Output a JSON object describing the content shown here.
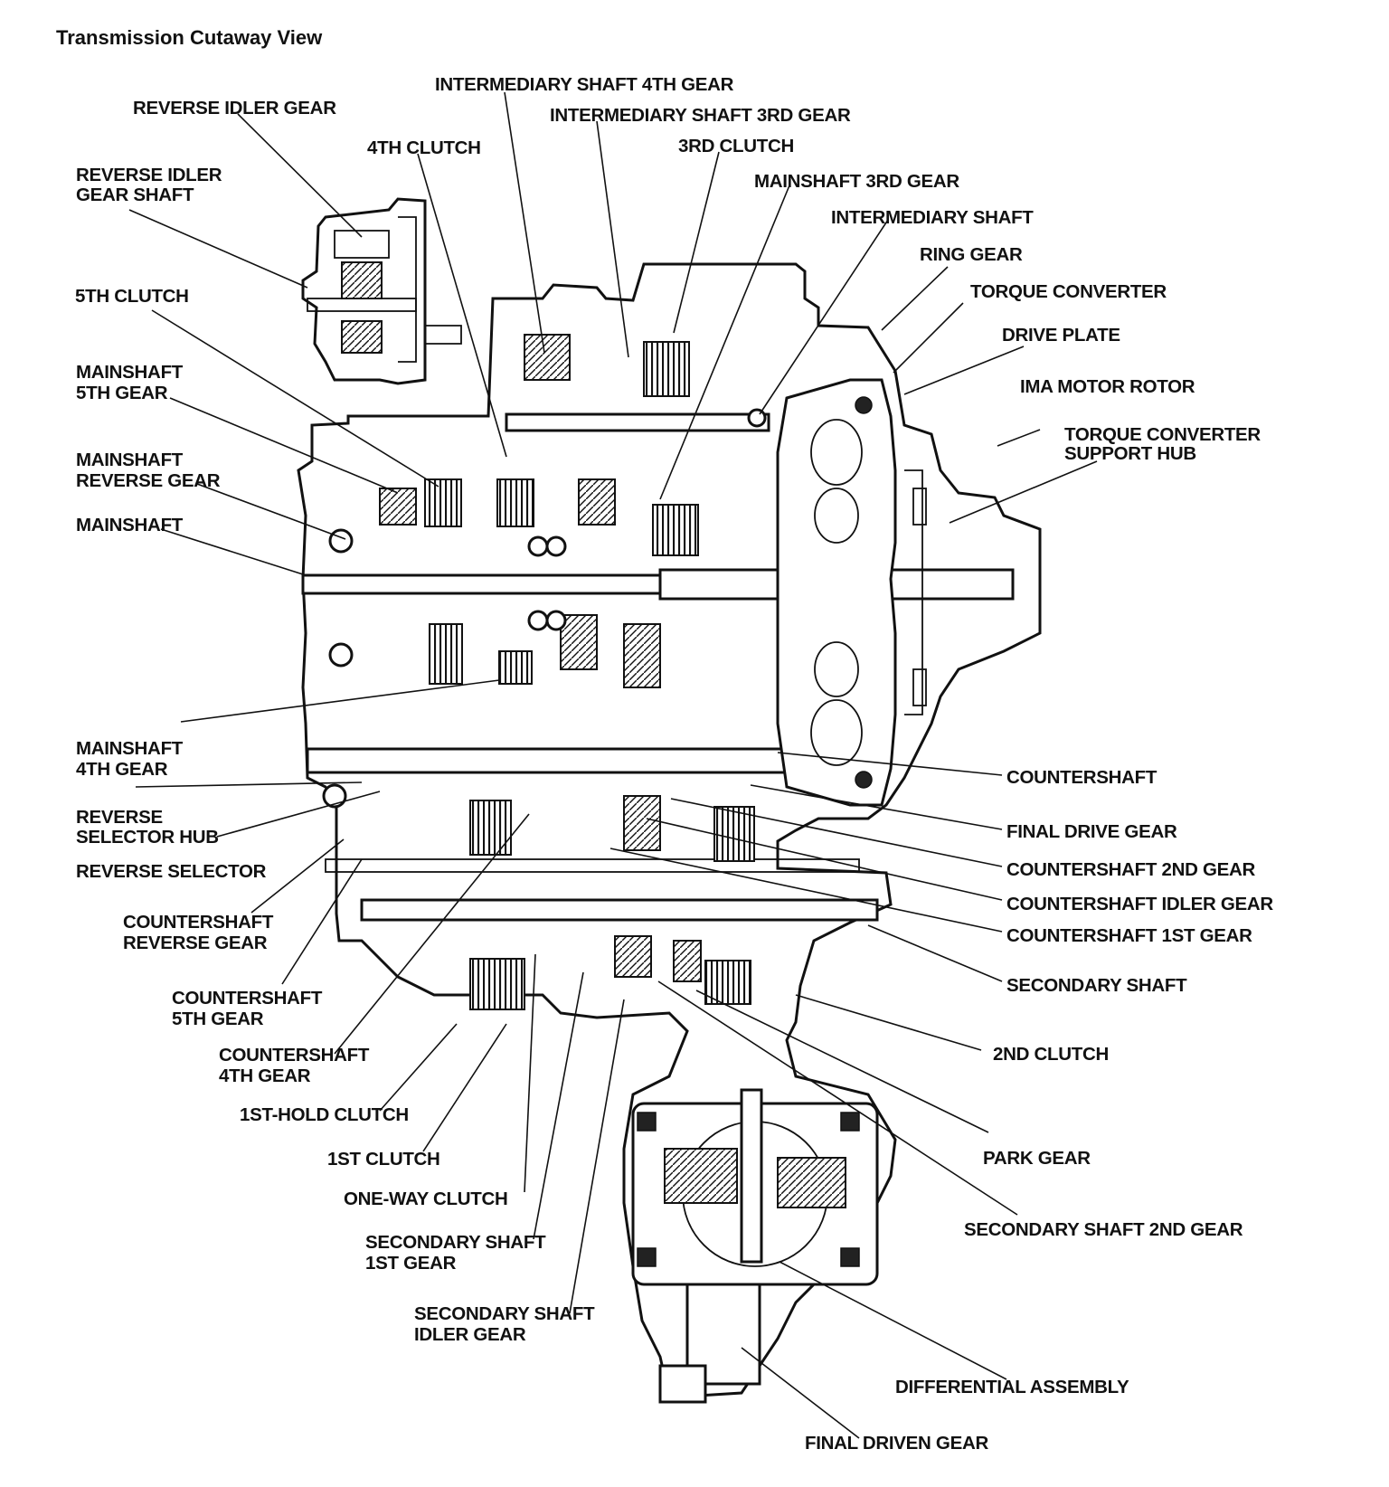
{
  "title": "Transmission Cutaway View",
  "labels": {
    "reverse_idler_gear": "REVERSE IDLER GEAR",
    "intermediary_shaft_4th_gear": "INTERMEDIARY SHAFT 4TH GEAR",
    "intermediary_shaft_3rd_gear": "INTERMEDIARY SHAFT 3RD GEAR",
    "clutch_4th": "4TH CLUTCH",
    "clutch_3rd": "3RD CLUTCH",
    "reverse_idler_gear_shaft_1": "REVERSE IDLER",
    "reverse_idler_gear_shaft_2": "GEAR SHAFT",
    "mainshaft_3rd_gear": "MAINSHAFT 3RD GEAR",
    "intermediary_shaft": "INTERMEDIARY SHAFT",
    "ring_gear": "RING GEAR",
    "torque_converter": "TORQUE CONVERTER",
    "clutch_5th": "5TH CLUTCH",
    "drive_plate": "DRIVE PLATE",
    "ima_motor_rotor": "IMA MOTOR ROTOR",
    "mainshaft_5th_gear_1": "MAINSHAFT",
    "mainshaft_5th_gear_2": "5TH GEAR",
    "torque_converter_support_hub_1": "TORQUE CONVERTER",
    "torque_converter_support_hub_2": "SUPPORT HUB",
    "mainshaft_reverse_gear_1": "MAINSHAFT",
    "mainshaft_reverse_gear_2": "REVERSE GEAR",
    "mainshaft": "MAINSHAFT",
    "mainshaft_4th_gear_1": "MAINSHAFT",
    "mainshaft_4th_gear_2": "4TH GEAR",
    "countershaft": "COUNTERSHAFT",
    "reverse_selector_hub_1": "REVERSE",
    "reverse_selector_hub_2": "SELECTOR HUB",
    "final_drive_gear": "FINAL DRIVE GEAR",
    "reverse_selector": "REVERSE SELECTOR",
    "countershaft_2nd_gear": "COUNTERSHAFT 2ND GEAR",
    "countershaft_idler_gear": "COUNTERSHAFT IDLER GEAR",
    "countershaft_reverse_gear_1": "COUNTERSHAFT",
    "countershaft_reverse_gear_2": "REVERSE GEAR",
    "countershaft_1st_gear": "COUNTERSHAFT 1ST GEAR",
    "secondary_shaft": "SECONDARY SHAFT",
    "countershaft_5th_gear_1": "COUNTERSHAFT",
    "countershaft_5th_gear_2": "5TH GEAR",
    "clutch_2nd": "2ND CLUTCH",
    "countershaft_4th_gear_1": "COUNTERSHAFT",
    "countershaft_4th_gear_2": "4TH GEAR",
    "hold_clutch_1st": "1ST-HOLD CLUTCH",
    "park_gear": "PARK GEAR",
    "clutch_1st": "1ST CLUTCH",
    "one_way_clutch": "ONE-WAY CLUTCH",
    "secondary_shaft_2nd_gear": "SECONDARY SHAFT 2ND GEAR",
    "secondary_shaft_1st_gear_1": "SECONDARY SHAFT",
    "secondary_shaft_1st_gear_2": "1ST GEAR",
    "secondary_shaft_idler_gear_1": "SECONDARY SHAFT",
    "secondary_shaft_idler_gear_2": "IDLER GEAR",
    "differential_assembly": "DIFFERENTIAL ASSEMBLY",
    "final_driven_gear": "FINAL DRIVEN GEAR"
  }
}
